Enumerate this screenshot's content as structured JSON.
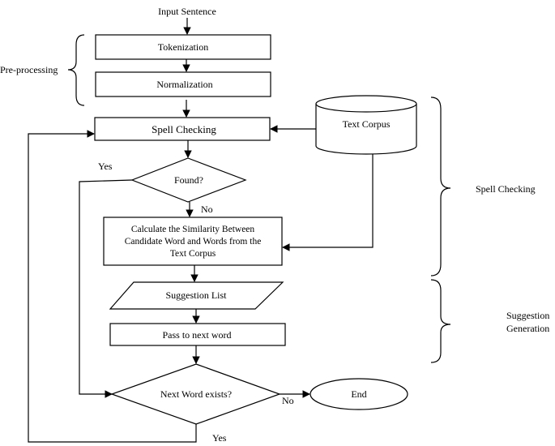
{
  "flowchart": {
    "input_label": "Input Sentence",
    "tokenization": "Tokenization",
    "normalization": "Normalization",
    "preprocessing_label": "Pre-processing",
    "spell_checking_box": "Spell Checking",
    "text_corpus": "Text Corpus",
    "found_decision": "Found?",
    "yes_found": "Yes",
    "no_found": "No",
    "similarity_line1": "Calculate the Similarity Between",
    "similarity_line2": "Candidate Word and Words from the",
    "similarity_line3": "Text Corpus",
    "suggestion_list": "Suggestion List",
    "pass_next": "Pass to next word",
    "next_word_decision": "Next Word exists?",
    "no_next": "No",
    "end": "End",
    "yes_next": "Yes",
    "spell_checking_group": "Spell Checking",
    "suggestion_group_line1": "Suggestion",
    "suggestion_group_line2": "Generation"
  }
}
